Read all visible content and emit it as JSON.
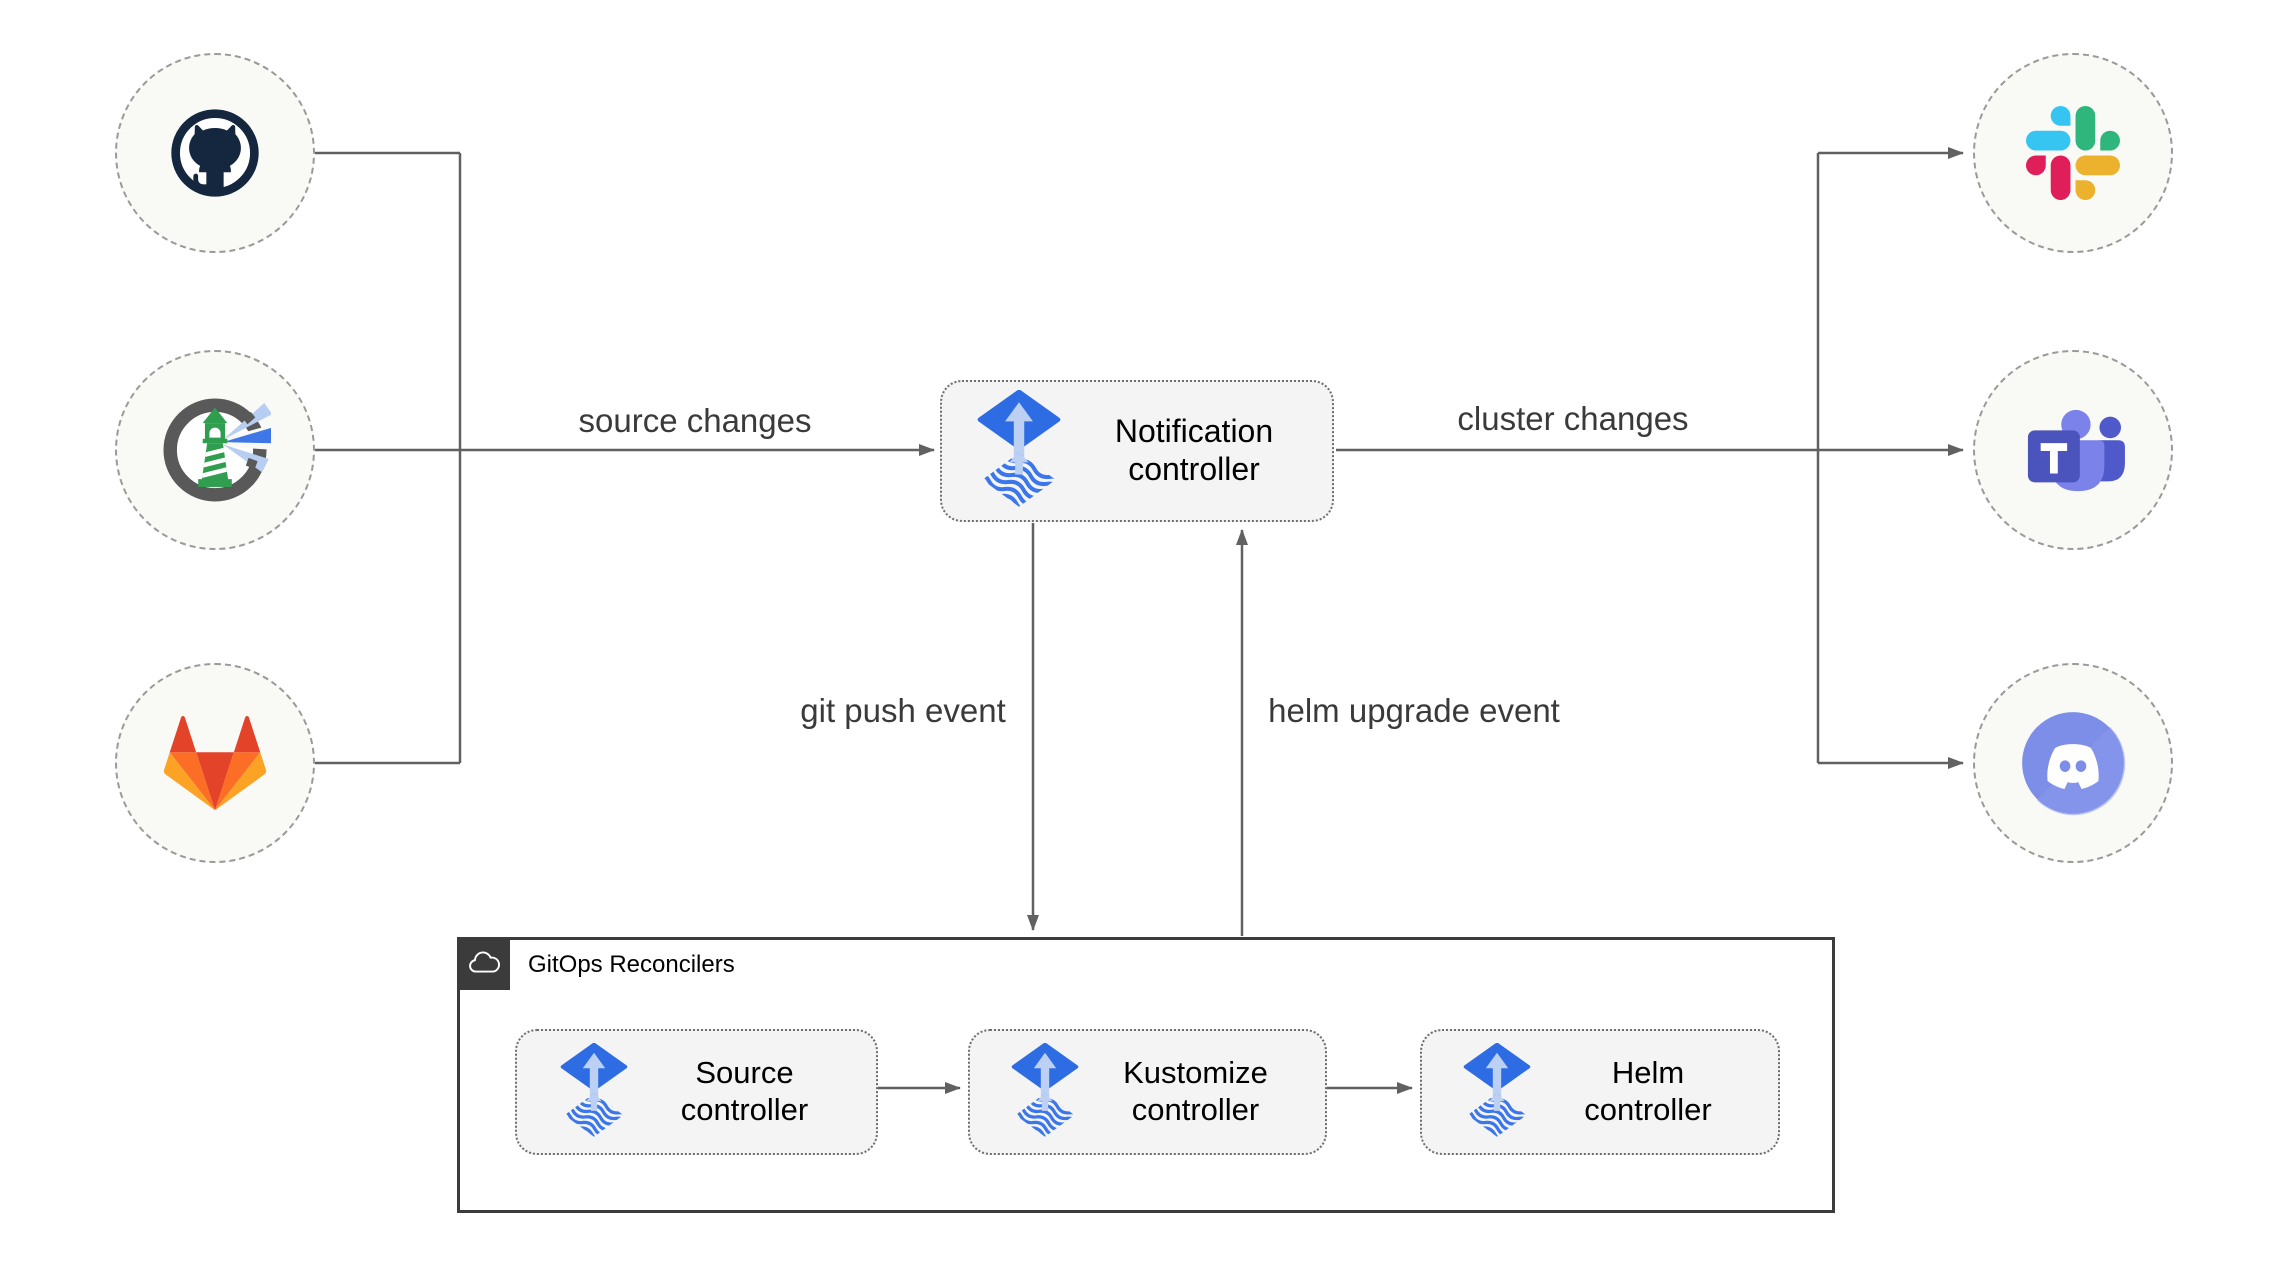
{
  "nodes": {
    "notification_controller": "Notification controller",
    "source_controller": "Source controller",
    "kustomize_controller": "Kustomize controller",
    "helm_controller": "Helm controller",
    "gitops_container": "GitOps Reconcilers"
  },
  "edges": {
    "source_changes": "source changes",
    "cluster_changes": "cluster changes",
    "git_push": "git push event",
    "helm_upgrade": "helm upgrade event"
  },
  "icons": {
    "sources": [
      "github-icon",
      "harbor-icon",
      "gitlab-icon"
    ],
    "alert_targets": [
      "slack-icon",
      "ms-teams-icon",
      "discord-icon"
    ],
    "controllers": "flux-icon",
    "container_badge": "cloud-icon"
  },
  "colors": {
    "edge": "#616161",
    "label_text": "#3a3a3a",
    "node_fill": "#f9f9f6",
    "node_border": "#9a9a9a",
    "box_fill": "#f4f4f4",
    "box_border": "#6e6e6e",
    "container_border": "#3b3b3b",
    "badge_bg": "#3b3b3b",
    "flux_blue": "#2e6ce4",
    "flux_stripe": "#3b76ea",
    "flux_arrow": "#bcd0f4",
    "github": "#14273f",
    "gitlab_red": "#e24329",
    "gitlab_orange": "#fc6d26",
    "gitlab_yellow": "#fca326",
    "harbor_ring": "#595959",
    "harbor_green": "#2f9e4e",
    "harbor_beam_light": "#b7cdf2",
    "harbor_beam_dark": "#3f77e6",
    "slack_blue": "#36c5f0",
    "slack_green": "#2eb67d",
    "slack_yellow": "#ecb22e",
    "slack_red": "#e01e5a",
    "teams_dark": "#4b53bc",
    "teams_light": "#7b83eb",
    "teams_mid": "#5059c9",
    "discord": "#7d8ee8"
  }
}
